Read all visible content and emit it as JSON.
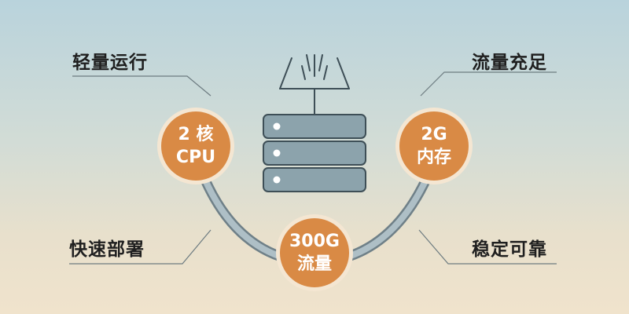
{
  "labels": {
    "top_left": "轻量运行",
    "top_right": "流量充足",
    "bottom_left": "快速部署",
    "bottom_right": "稳定可靠"
  },
  "circles": {
    "left": {
      "line1": "2 核",
      "line2": "CPU"
    },
    "right": {
      "line1": "2G",
      "line2": "内存"
    },
    "bottom": {
      "line1": "300G",
      "line2": "流量"
    }
  },
  "colors": {
    "circle_fill": "#d98a45",
    "circle_ring": "#f4e6d2",
    "arc": "#a6b8c0",
    "server": "#8ca3ac",
    "server_outline": "#3e4f57",
    "connector": "#7c8f96"
  },
  "icons": {
    "server": "server-stack-icon",
    "antenna": "antenna-signal-icon"
  }
}
